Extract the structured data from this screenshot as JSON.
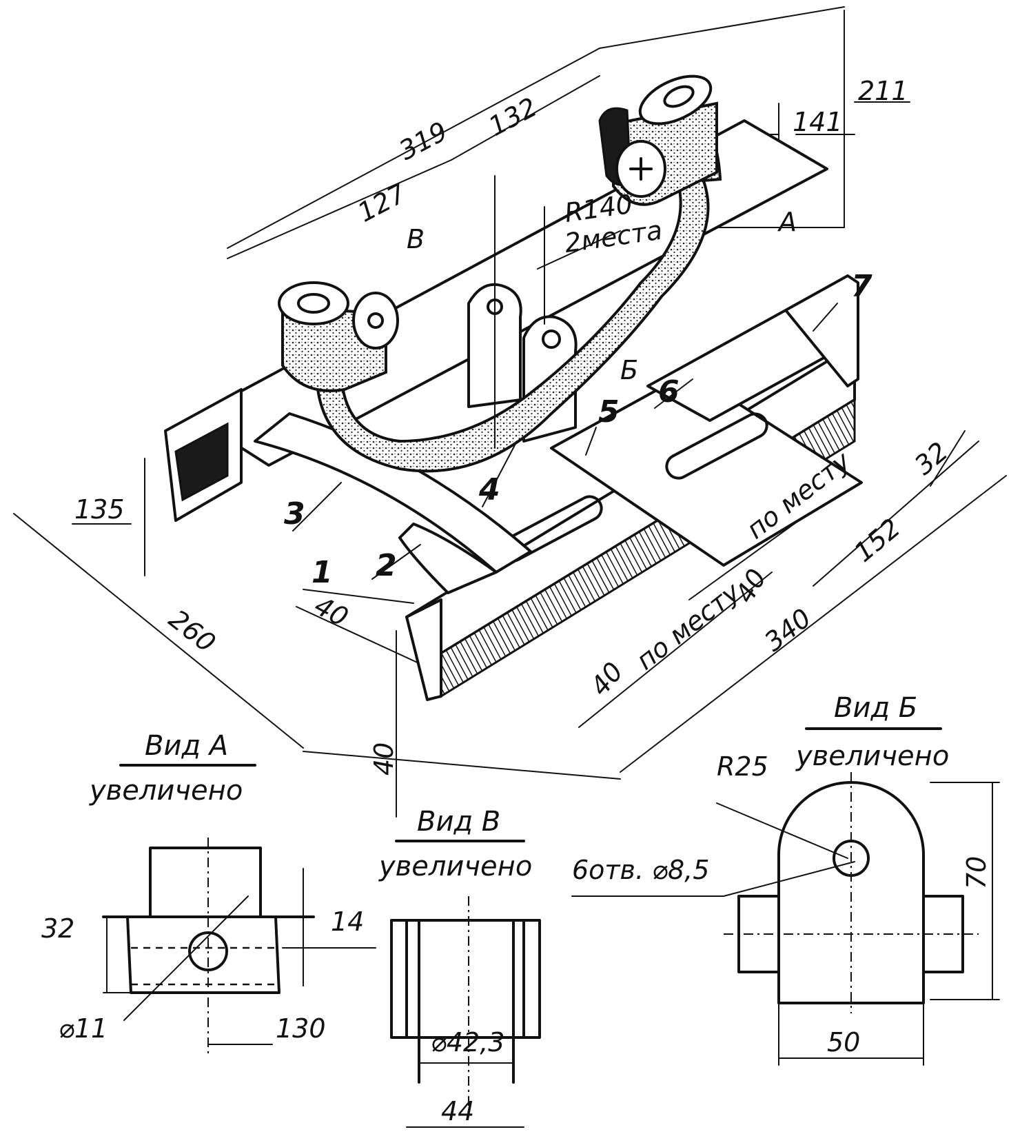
{
  "main_view": {
    "dimensions": [
      "319",
      "132",
      "127",
      "211",
      "141",
      "135",
      "260",
      "40",
      "40",
      "40",
      "40",
      "152",
      "32",
      "340"
    ],
    "radius_note": {
      "radius": "R140",
      "places": "2места"
    },
    "view_markers": {
      "a": "A",
      "b": "Б",
      "v": "В"
    },
    "in_place_labels": [
      "по месту",
      "по месту"
    ],
    "part_numbers": [
      "1",
      "2",
      "3",
      "4",
      "5",
      "6",
      "7"
    ]
  },
  "view_a": {
    "title": "Вид А",
    "subtitle": "увеличено",
    "dimensions": {
      "height": "32",
      "offset": "14",
      "length": "130"
    },
    "hole": "⌀11"
  },
  "view_v": {
    "title": "Вид В",
    "subtitle": "увеличено",
    "dimensions": {
      "tube": "⌀42,3",
      "width": "44"
    }
  },
  "view_b": {
    "title": "Вид Б",
    "subtitle": "увеличено",
    "dimensions": {
      "radius": "R25",
      "holes": "6отв. ⌀8,5",
      "height": "70",
      "width": "50"
    }
  }
}
